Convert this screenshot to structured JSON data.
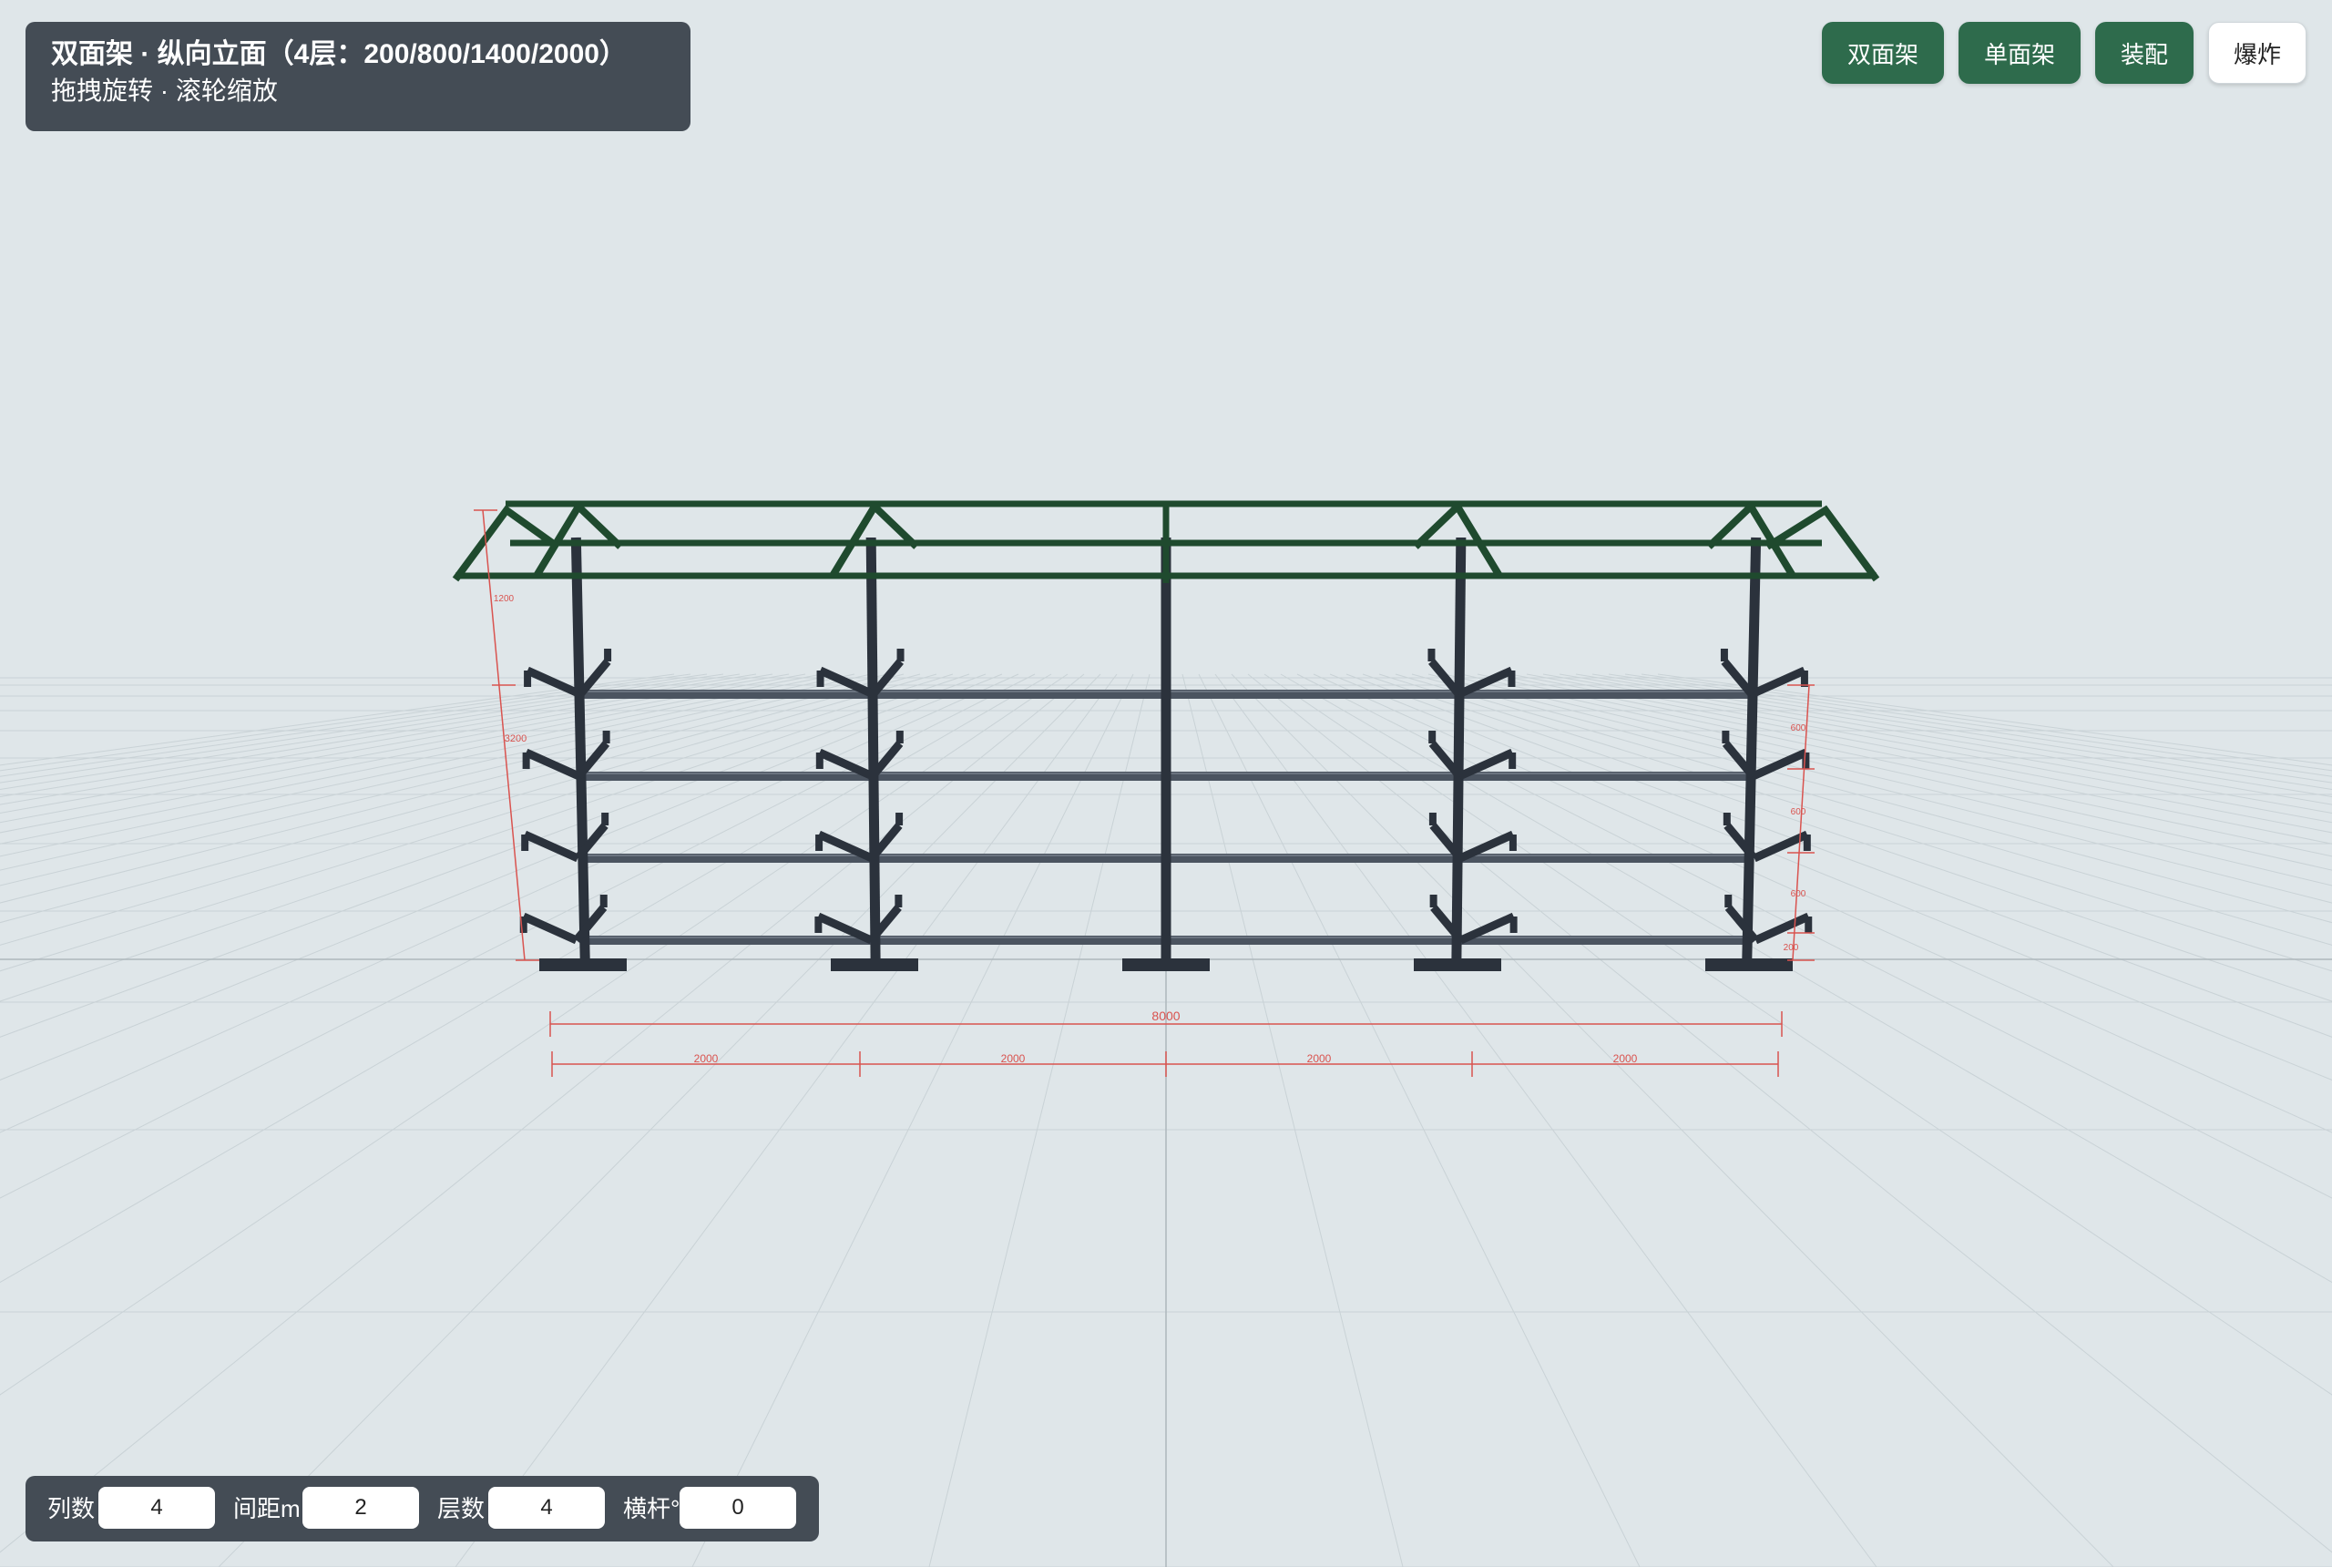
{
  "info": {
    "title": "双面架 · 纵向立面（4层：200/800/1400/2000）",
    "subtitle": "拖拽旋转 · 滚轮缩放"
  },
  "toolbar": {
    "buttons": [
      {
        "label": "双面架",
        "style": "green"
      },
      {
        "label": "单面架",
        "style": "green"
      },
      {
        "label": "装配",
        "style": "green"
      },
      {
        "label": "爆炸",
        "style": "white"
      }
    ]
  },
  "controls": {
    "columns": {
      "label": "列数",
      "value": "4"
    },
    "spacing": {
      "label": "间距m",
      "value": "2"
    },
    "layers": {
      "label": "层数",
      "value": "4"
    },
    "crossbar": {
      "label": "横杆°",
      "value": "0"
    }
  },
  "dimensions": {
    "total": "8000",
    "spans": [
      "2000",
      "2000",
      "2000",
      "2000"
    ],
    "height": "3200",
    "top": "1200",
    "levels": [
      "600",
      "600",
      "600",
      "200"
    ]
  },
  "colors": {
    "background": "#dfe6e9",
    "panel": "#444c55",
    "button_green": "#2e6b4c",
    "rack_steel": "#2b323c",
    "roof_green": "#1f4a2e",
    "dimension_red": "#d9534f"
  }
}
